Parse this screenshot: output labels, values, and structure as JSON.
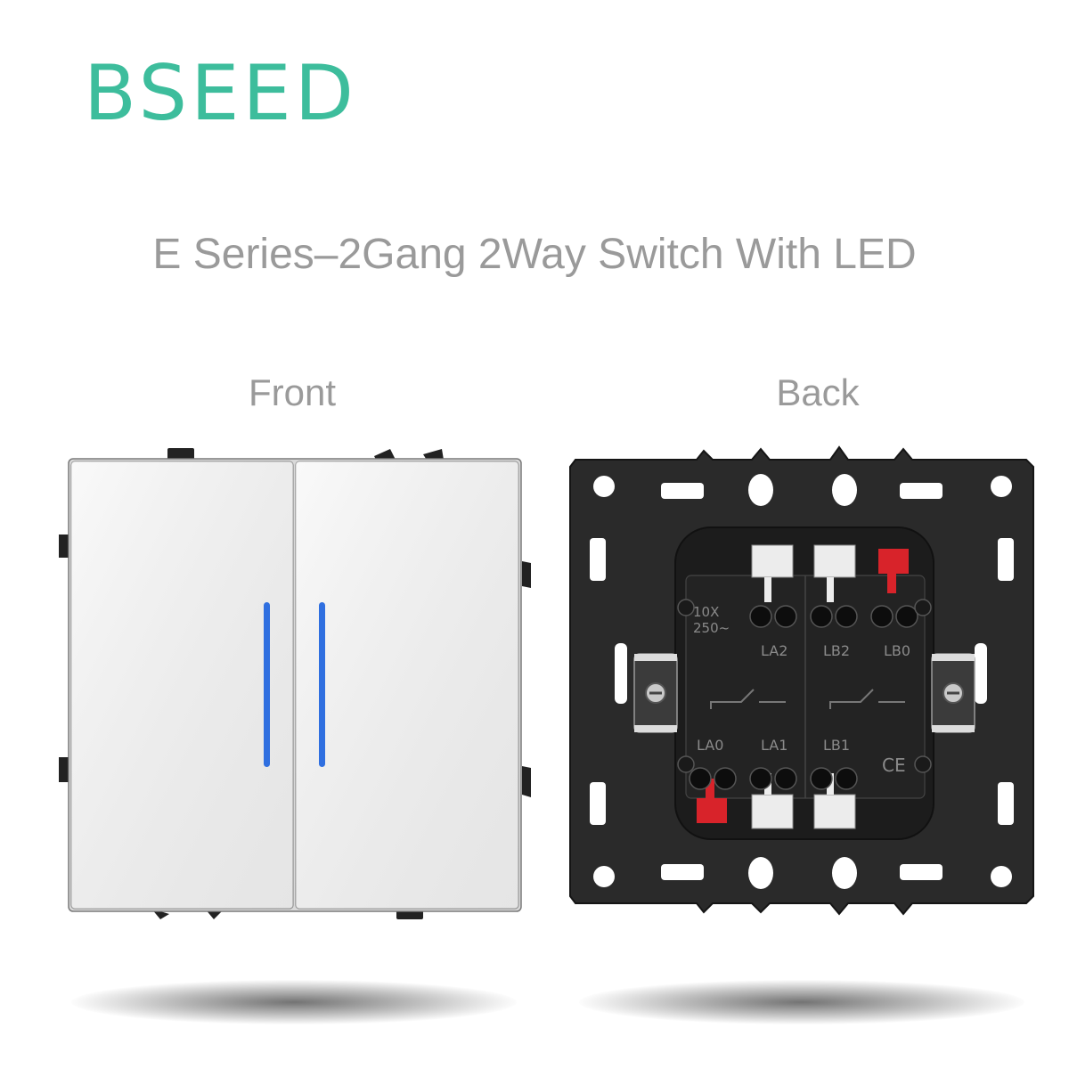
{
  "brand": {
    "name": "BSEED",
    "color": "#3dbd9c"
  },
  "title": "E Series–2Gang 2Way Switch With LED",
  "views": {
    "front": "Front",
    "back": "Back"
  },
  "back_markings": {
    "rating_top": "10X",
    "rating_bottom": "250~",
    "terminal_la2": "LA2",
    "terminal_lb2": "LB2",
    "terminal_lb0": "LB0",
    "terminal_la0": "LA0",
    "terminal_la1": "LA1",
    "terminal_lb1": "LB1",
    "ce_mark": "CE"
  },
  "colors": {
    "led": "#2f6fe0",
    "rocker": "#f1f1f1",
    "frame": "#2a2a2a",
    "clip_red": "#d8232a",
    "clip_white": "#ececec"
  },
  "icons": [
    "switch-front-image",
    "switch-back-image"
  ]
}
